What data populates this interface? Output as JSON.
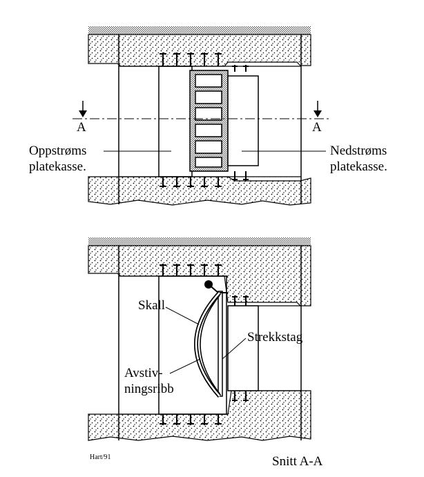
{
  "top_view": {
    "section_mark_left": "A",
    "section_mark_right": "A",
    "upstream_label_line1": "Oppstrøms",
    "upstream_label_line2": "platekasse.",
    "downstream_label_line1": "Nedstrøms",
    "downstream_label_line2": "platekasse."
  },
  "bottom_view": {
    "shell_label": "Skall",
    "tie_rod_label": "Strekkstag",
    "stiffener_label_line1": "Avstiv-",
    "stiffener_label_line2": "ningsribb"
  },
  "footer": {
    "author_mark": "Hart/91",
    "section_caption": "Snitt A-A"
  }
}
